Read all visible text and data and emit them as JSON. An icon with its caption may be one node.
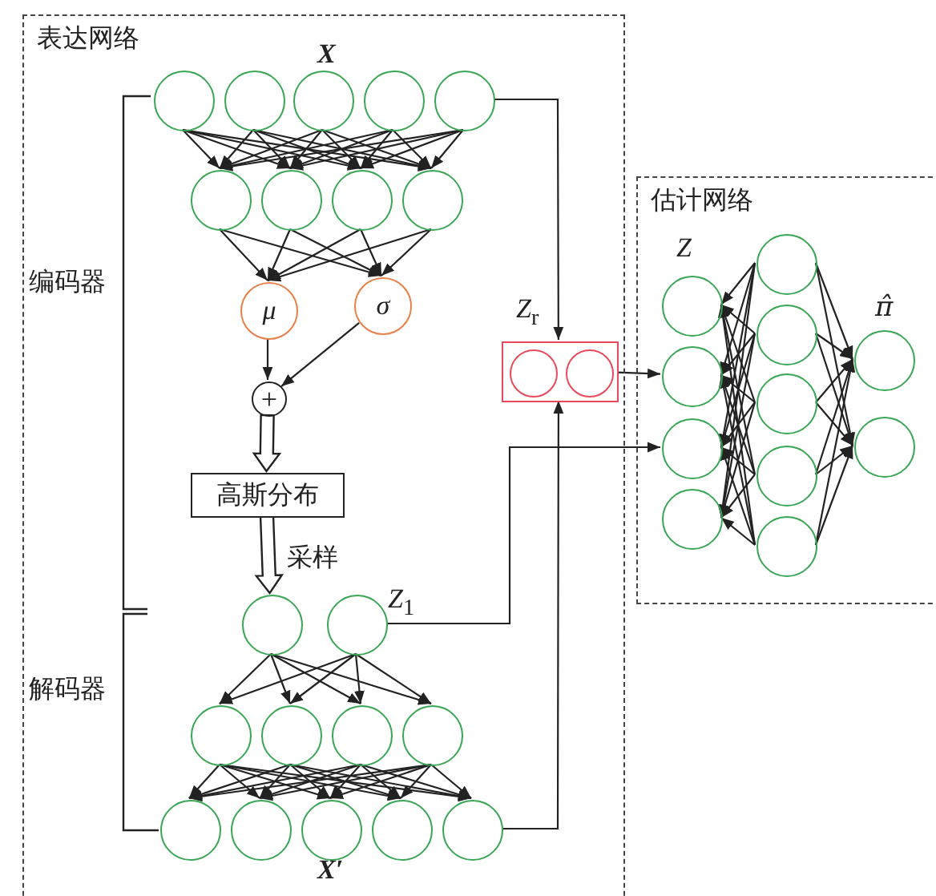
{
  "diagram": {
    "nodes": [
      {
        "text": [
          "表达网络"
        ]
      },
      {
        "text": [],
        "shape": "circle",
        "in": 0
      },
      {
        "text": [],
        "shape": "circle",
        "in": 0
      },
      {
        "text": [],
        "shape": "circle",
        "in": 0
      },
      {
        "text": [],
        "shape": "circle",
        "in": 0
      },
      {
        "text": [],
        "shape": "circle",
        "in": 0
      },
      {
        "text": [],
        "shape": "circle",
        "in": 0
      },
      {
        "text": [],
        "shape": "circle",
        "in": 0
      },
      {
        "text": [],
        "shape": "circle",
        "in": 0
      },
      {
        "text": [],
        "shape": "circle",
        "in": 0
      },
      {
        "text": [
          "μ"
        ],
        "in": 0
      },
      {
        "text": [
          "σ"
        ],
        "in": 0
      },
      {
        "text": [
          "+"
        ],
        "in": 0
      },
      {
        "text": [
          "高斯分布"
        ],
        "in": 0
      },
      {
        "text": [],
        "shape": "circle",
        "in": 0
      },
      {
        "text": [],
        "shape": "circle",
        "in": 0,
        "beside": [
          "Z$_{1}$"
        ]
      },
      {
        "text": [],
        "shape": "circle",
        "in": 0
      },
      {
        "text": [],
        "shape": "circle",
        "in": 0
      },
      {
        "text": [],
        "shape": "circle",
        "in": 0
      },
      {
        "text": [],
        "shape": "circle",
        "in": 0
      },
      {
        "text": [],
        "shape": "circle",
        "in": 0
      },
      {
        "text": [],
        "shape": "circle",
        "in": 0
      },
      {
        "text": [],
        "shape": "circle",
        "in": 0
      },
      {
        "text": [],
        "shape": "circle",
        "in": 0
      },
      {
        "text": [],
        "shape": "circle",
        "in": 0
      },
      {
        "text": [],
        "shape": "box",
        "in": 0,
        "beside": [
          "Z$_{r}$"
        ]
      },
      {
        "text": [],
        "shape": "circle",
        "in": 25
      },
      {
        "text": [],
        "shape": "circle",
        "in": 25
      },
      {
        "text": [
          "估计网络"
        ]
      },
      {
        "text": [],
        "shape": "circle",
        "in": 28
      },
      {
        "text": [],
        "shape": "circle",
        "in": 28
      },
      {
        "text": [],
        "shape": "circle",
        "in": 28
      },
      {
        "text": [],
        "shape": "circle",
        "in": 28
      },
      {
        "text": [],
        "shape": "circle",
        "in": 28
      },
      {
        "text": [],
        "shape": "circle",
        "in": 28
      },
      {
        "text": [],
        "shape": "circle",
        "in": 28
      },
      {
        "text": [],
        "shape": "circle",
        "in": 28
      },
      {
        "text": [],
        "shape": "circle",
        "in": 28
      },
      {
        "text": [],
        "shape": "circle",
        "in": 28
      },
      {
        "text": [],
        "shape": "circle",
        "in": 28
      }
    ],
    "edges": [
      {
        "from": 1,
        "to": 6,
        "arrow": "to"
      },
      {
        "from": 1,
        "to": 7,
        "arrow": "to"
      },
      {
        "from": 1,
        "to": 8,
        "arrow": "to"
      },
      {
        "from": 1,
        "to": 9,
        "arrow": "to"
      },
      {
        "from": 2,
        "to": 6,
        "arrow": "to"
      },
      {
        "from": 2,
        "to": 7,
        "arrow": "to"
      },
      {
        "from": 2,
        "to": 8,
        "arrow": "to"
      },
      {
        "from": 2,
        "to": 9,
        "arrow": "to"
      },
      {
        "from": 3,
        "to": 6,
        "arrow": "to"
      },
      {
        "from": 3,
        "to": 7,
        "arrow": "to"
      },
      {
        "from": 3,
        "to": 8,
        "arrow": "to"
      },
      {
        "from": 3,
        "to": 9,
        "arrow": "to"
      },
      {
        "from": 4,
        "to": 6,
        "arrow": "to"
      },
      {
        "from": 4,
        "to": 7,
        "arrow": "to"
      },
      {
        "from": 4,
        "to": 8,
        "arrow": "to"
      },
      {
        "from": 4,
        "to": 9,
        "arrow": "to"
      },
      {
        "from": 5,
        "to": 6,
        "arrow": "to"
      },
      {
        "from": 5,
        "to": 7,
        "arrow": "to"
      },
      {
        "from": 5,
        "to": 8,
        "arrow": "to"
      },
      {
        "from": 5,
        "to": 9,
        "arrow": "to"
      },
      {
        "from": 6,
        "to": 10,
        "arrow": "to"
      },
      {
        "from": 6,
        "to": 11,
        "arrow": "to"
      },
      {
        "from": 7,
        "to": 10,
        "arrow": "to"
      },
      {
        "from": 7,
        "to": 11,
        "arrow": "to"
      },
      {
        "from": 8,
        "to": 10,
        "arrow": "to"
      },
      {
        "from": 8,
        "to": 11,
        "arrow": "to"
      },
      {
        "from": 9,
        "to": 10,
        "arrow": "to"
      },
      {
        "from": 9,
        "to": 11,
        "arrow": "to"
      },
      {
        "from": 10,
        "to": 12,
        "arrow": "to"
      },
      {
        "from": 11,
        "to": 12,
        "arrow": "to"
      },
      {
        "from": 12,
        "to": 13,
        "arrow": "to",
        "style": "thick"
      },
      {
        "from": 13,
        "to": 14,
        "arrow": "to",
        "style": "thick",
        "label": "采样"
      },
      {
        "from": 14,
        "to": 16,
        "arrow": "to"
      },
      {
        "from": 14,
        "to": 17,
        "arrow": "to"
      },
      {
        "from": 14,
        "to": 18,
        "arrow": "to"
      },
      {
        "from": 14,
        "to": 19,
        "arrow": "to"
      },
      {
        "from": 15,
        "to": 16,
        "arrow": "to"
      },
      {
        "from": 15,
        "to": 17,
        "arrow": "to"
      },
      {
        "from": 15,
        "to": 18,
        "arrow": "to"
      },
      {
        "from": 15,
        "to": 19,
        "arrow": "to"
      },
      {
        "from": 16,
        "to": 20,
        "arrow": "to"
      },
      {
        "from": 16,
        "to": 21,
        "arrow": "to"
      },
      {
        "from": 16,
        "to": 22,
        "arrow": "to"
      },
      {
        "from": 16,
        "to": 23,
        "arrow": "to"
      },
      {
        "from": 16,
        "to": 24,
        "arrow": "to"
      },
      {
        "from": 17,
        "to": 20,
        "arrow": "to"
      },
      {
        "from": 17,
        "to": 21,
        "arrow": "to"
      },
      {
        "from": 17,
        "to": 22,
        "arrow": "to"
      },
      {
        "from": 17,
        "to": 23,
        "arrow": "to"
      },
      {
        "from": 17,
        "to": 24,
        "arrow": "to"
      },
      {
        "from": 18,
        "to": 20,
        "arrow": "to"
      },
      {
        "from": 18,
        "to": 21,
        "arrow": "to"
      },
      {
        "from": 18,
        "to": 22,
        "arrow": "to"
      },
      {
        "from": 18,
        "to": 23,
        "arrow": "to"
      },
      {
        "from": 18,
        "to": 24,
        "arrow": "to"
      },
      {
        "from": 19,
        "to": 20,
        "arrow": "to"
      },
      {
        "from": 19,
        "to": 21,
        "arrow": "to"
      },
      {
        "from": 19,
        "to": 22,
        "arrow": "to"
      },
      {
        "from": 19,
        "to": 23,
        "arrow": "to"
      },
      {
        "from": 19,
        "to": 24,
        "arrow": "to"
      },
      {
        "from": 5,
        "to": 25,
        "arrow": "to"
      },
      {
        "from": 24,
        "to": 25,
        "arrow": "to"
      },
      {
        "from": 25,
        "to": 30,
        "arrow": "to"
      },
      {
        "from": 15,
        "to": 31,
        "arrow": "to"
      },
      {
        "from": 33,
        "to": 29,
        "arrow": "to"
      },
      {
        "from": 33,
        "to": 30,
        "arrow": "to"
      },
      {
        "from": 33,
        "to": 31,
        "arrow": "to"
      },
      {
        "from": 33,
        "to": 32,
        "arrow": "to"
      },
      {
        "from": 34,
        "to": 29,
        "arrow": "to"
      },
      {
        "from": 34,
        "to": 30,
        "arrow": "to"
      },
      {
        "from": 34,
        "to": 31,
        "arrow": "to"
      },
      {
        "from": 34,
        "to": 32,
        "arrow": "to"
      },
      {
        "from": 35,
        "to": 29,
        "arrow": "to"
      },
      {
        "from": 35,
        "to": 30,
        "arrow": "to"
      },
      {
        "from": 35,
        "to": 31,
        "arrow": "to"
      },
      {
        "from": 35,
        "to": 32,
        "arrow": "to"
      },
      {
        "from": 36,
        "to": 29,
        "arrow": "to"
      },
      {
        "from": 36,
        "to": 30,
        "arrow": "to"
      },
      {
        "from": 36,
        "to": 31,
        "arrow": "to"
      },
      {
        "from": 36,
        "to": 32,
        "arrow": "to"
      },
      {
        "from": 37,
        "to": 29,
        "arrow": "to"
      },
      {
        "from": 37,
        "to": 30,
        "arrow": "to"
      },
      {
        "from": 37,
        "to": 31,
        "arrow": "to"
      },
      {
        "from": 37,
        "to": 32,
        "arrow": "to"
      },
      {
        "from": 33,
        "to": 38,
        "arrow": "to"
      },
      {
        "from": 33,
        "to": 39,
        "arrow": "to"
      },
      {
        "from": 34,
        "to": 38,
        "arrow": "to"
      },
      {
        "from": 34,
        "to": 39,
        "arrow": "to"
      },
      {
        "from": 35,
        "to": 38,
        "arrow": "to"
      },
      {
        "from": 35,
        "to": 39,
        "arrow": "to"
      },
      {
        "from": 36,
        "to": 38,
        "arrow": "to"
      },
      {
        "from": 36,
        "to": 39,
        "arrow": "to"
      },
      {
        "from": 37,
        "to": 38,
        "arrow": "to"
      },
      {
        "from": 37,
        "to": 39,
        "arrow": "to"
      }
    ],
    "labels": [
      "X",
      "编码器",
      "解码器",
      "X′",
      "Z",
      "π̂"
    ]
  }
}
